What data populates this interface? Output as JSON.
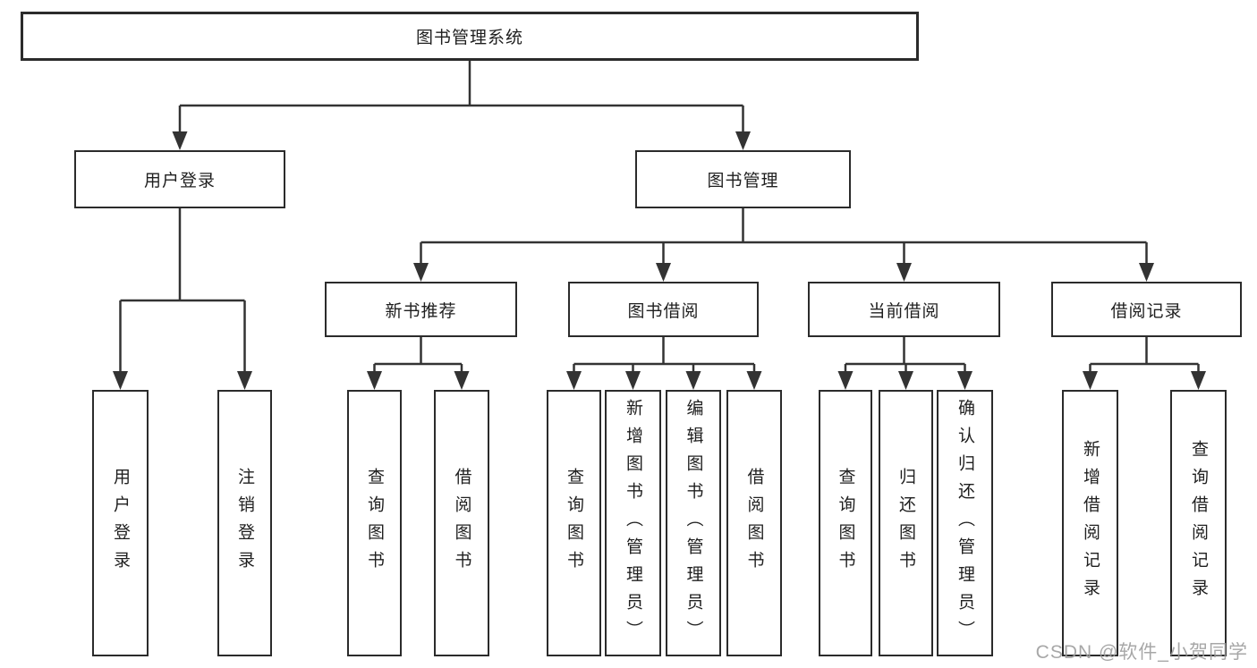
{
  "tree": {
    "label": "图书管理系统",
    "children": [
      {
        "label": "用户登录",
        "children": [
          {
            "label": "用户登录"
          },
          {
            "label": "注销登录"
          }
        ]
      },
      {
        "label": "图书管理",
        "children": [
          {
            "label": "新书推荐",
            "children": [
              {
                "label": "查询图书"
              },
              {
                "label": "借阅图书"
              }
            ]
          },
          {
            "label": "图书借阅",
            "children": [
              {
                "label": "查询图书"
              },
              {
                "label": "新增图书（管理员）"
              },
              {
                "label": "编辑图书（管理员）"
              },
              {
                "label": "借阅图书"
              }
            ]
          },
          {
            "label": "当前借阅",
            "children": [
              {
                "label": "查询图书"
              },
              {
                "label": "归还图书"
              },
              {
                "label": "确认归还（管理员）"
              }
            ]
          },
          {
            "label": "借阅记录",
            "children": [
              {
                "label": "新增借阅记录"
              },
              {
                "label": "查询借阅记录"
              }
            ]
          }
        ]
      }
    ]
  },
  "watermark": {
    "text": "CSDN @软件_小贺同学"
  },
  "colors": {
    "line": "#333333",
    "box_border": "#2b2b2b",
    "text": "#1f1f1f",
    "background": "#ffffff",
    "watermark": "#9e9e9e"
  }
}
